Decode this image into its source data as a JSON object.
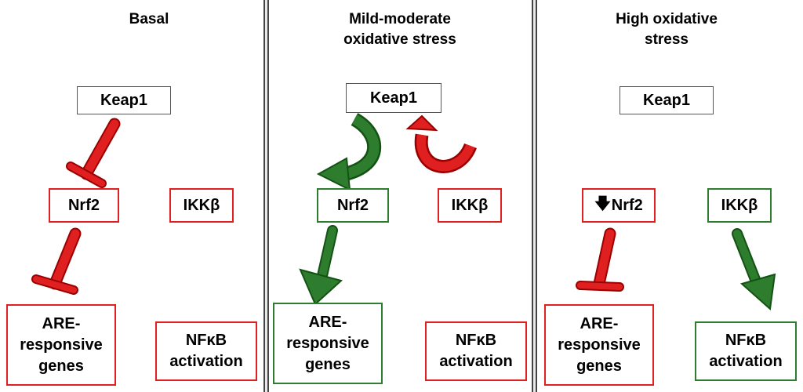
{
  "panels": [
    {
      "title_lines": [
        "Basal"
      ],
      "keap1": "Keap1",
      "nrf2": "Nrf2",
      "ikk": "IKKβ",
      "are_lines": [
        "ARE-",
        "responsive",
        "genes"
      ],
      "nfkb_lines": [
        "NFκB",
        "activation"
      ]
    },
    {
      "title_lines": [
        "Mild-moderate",
        "oxidative stress"
      ],
      "keap1": "Keap1",
      "nrf2": "Nrf2",
      "ikk": "IKKβ",
      "are_lines": [
        "ARE-",
        "responsive",
        "genes"
      ],
      "nfkb_lines": [
        "NFκB",
        "activation"
      ]
    },
    {
      "title_lines": [
        "High oxidative",
        "stress"
      ],
      "keap1": "Keap1",
      "nrf2_prefix": "🡇",
      "nrf2": "Nrf2",
      "ikk": "IKKβ",
      "are_lines": [
        "ARE-",
        "responsive",
        "genes"
      ],
      "nfkb_lines": [
        "NFκB",
        "activation"
      ]
    }
  ],
  "colors": {
    "inhibit": "#e02020",
    "activate": "#2e7d2e"
  }
}
